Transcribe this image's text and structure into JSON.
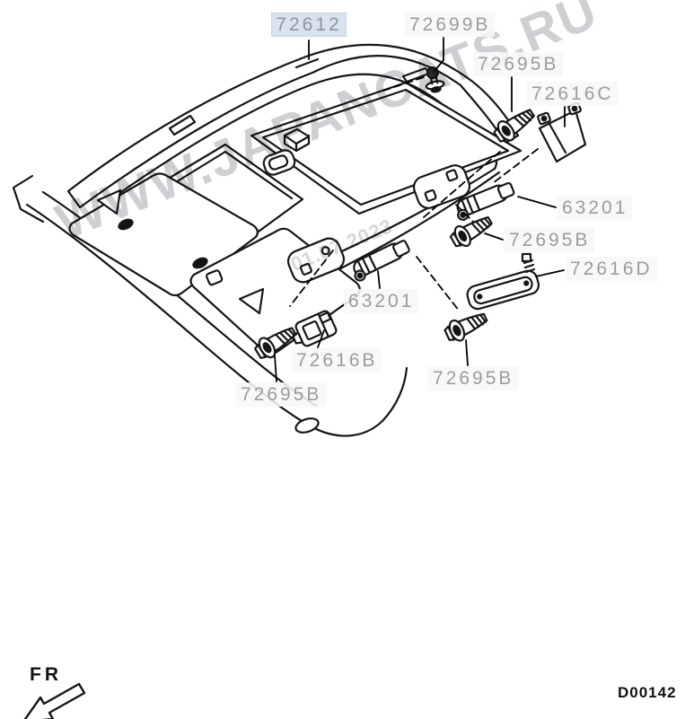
{
  "diagram": {
    "code": "D00142",
    "direction_label": "FR",
    "watermark_text": "WWW.JAPANCATS.RU",
    "watermark_date": "01.07.2023",
    "selected_part": "72612",
    "highlight_color": "#d9e3ef",
    "label_color": "#9c9c9c",
    "line_color": "#161616"
  },
  "labels": [
    {
      "text": "72612",
      "highlighted": true
    },
    {
      "text": "72699B",
      "highlighted": false
    },
    {
      "text": "72695B",
      "highlighted": false
    },
    {
      "text": "72616C",
      "highlighted": false
    },
    {
      "text": "63201",
      "highlighted": false
    },
    {
      "text": "72695B",
      "highlighted": false
    },
    {
      "text": "72616D",
      "highlighted": false
    },
    {
      "text": "63201",
      "highlighted": false
    },
    {
      "text": "72616B",
      "highlighted": false
    },
    {
      "text": "72695B",
      "highlighted": false
    },
    {
      "text": "72695B",
      "highlighted": false
    }
  ]
}
